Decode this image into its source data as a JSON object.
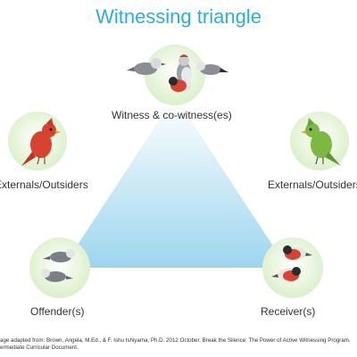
{
  "title": "Witnessing triangle",
  "nodes": {
    "top": {
      "label": "Witness & co-witness(es)",
      "icon": "bird-group-icon"
    },
    "left_side": {
      "label": "Externals/Outsiders",
      "icon": "red-bird-icon"
    },
    "right_side": {
      "label": "Externals/Outsiders",
      "icon": "green-bird-icon"
    },
    "bottom_left": {
      "label": "Offender(s)",
      "icon": "gray-birds-icon"
    },
    "bottom_right": {
      "label": "Receiver(s)",
      "icon": "red-breasted-birds-icon"
    }
  },
  "credit": {
    "line1": "age adapted from: Brown, Angela, M.Ed., & F. Ishu Ishiyama, Ph.D. 2012 October. Break the Silence: The Power of Active Witnessing Program.",
    "line2": "ermediate Curricular Document."
  },
  "colors": {
    "title": "#29aee0",
    "circle_fill": "#e9f5dc",
    "triangle_top": "#ffffff",
    "triangle_bottom": "#9cd6ee",
    "bird_red": "#d7432f",
    "bird_green": "#7db840",
    "bird_gray": "#7a7f86"
  }
}
